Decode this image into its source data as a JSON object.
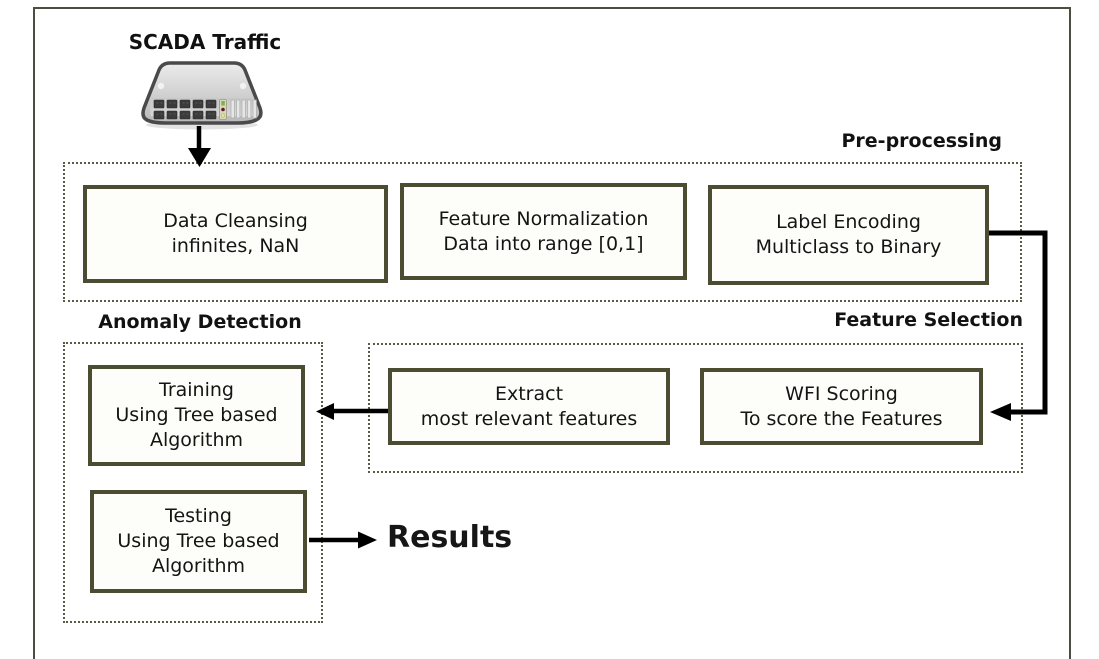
{
  "source": {
    "label": "SCADA Traffic",
    "icon": "network-switch-icon"
  },
  "preprocessing": {
    "label": "Pre-processing",
    "boxes": {
      "data_cleansing": {
        "lines": [
          "Data Cleansing",
          "infinites, NaN"
        ]
      },
      "feature_normalization": {
        "lines": [
          "Feature Normalization",
          "Data into range [0,1]"
        ]
      },
      "label_encoding": {
        "lines": [
          "Label Encoding",
          "Multiclass to Binary"
        ]
      }
    }
  },
  "feature_selection": {
    "label": "Feature Selection",
    "boxes": {
      "extract": {
        "lines": [
          "Extract",
          "most relevant features"
        ]
      },
      "wfi_scoring": {
        "lines": [
          "WFI Scoring",
          "To score the Features"
        ]
      }
    }
  },
  "anomaly_detection": {
    "label": "Anomaly Detection",
    "boxes": {
      "training": {
        "lines": [
          "Training",
          "Using Tree based",
          "Algorithm"
        ]
      },
      "testing": {
        "lines": [
          "Testing",
          "Using Tree based",
          "Algorithm"
        ]
      }
    }
  },
  "results_label": "Results",
  "colors": {
    "box_border": "#4c4c32",
    "group_border": "#5a5a48",
    "frame_border": "#4c4c40",
    "arrow": "#000000",
    "box_fill": "#fdfdfa",
    "text": "#141414"
  }
}
